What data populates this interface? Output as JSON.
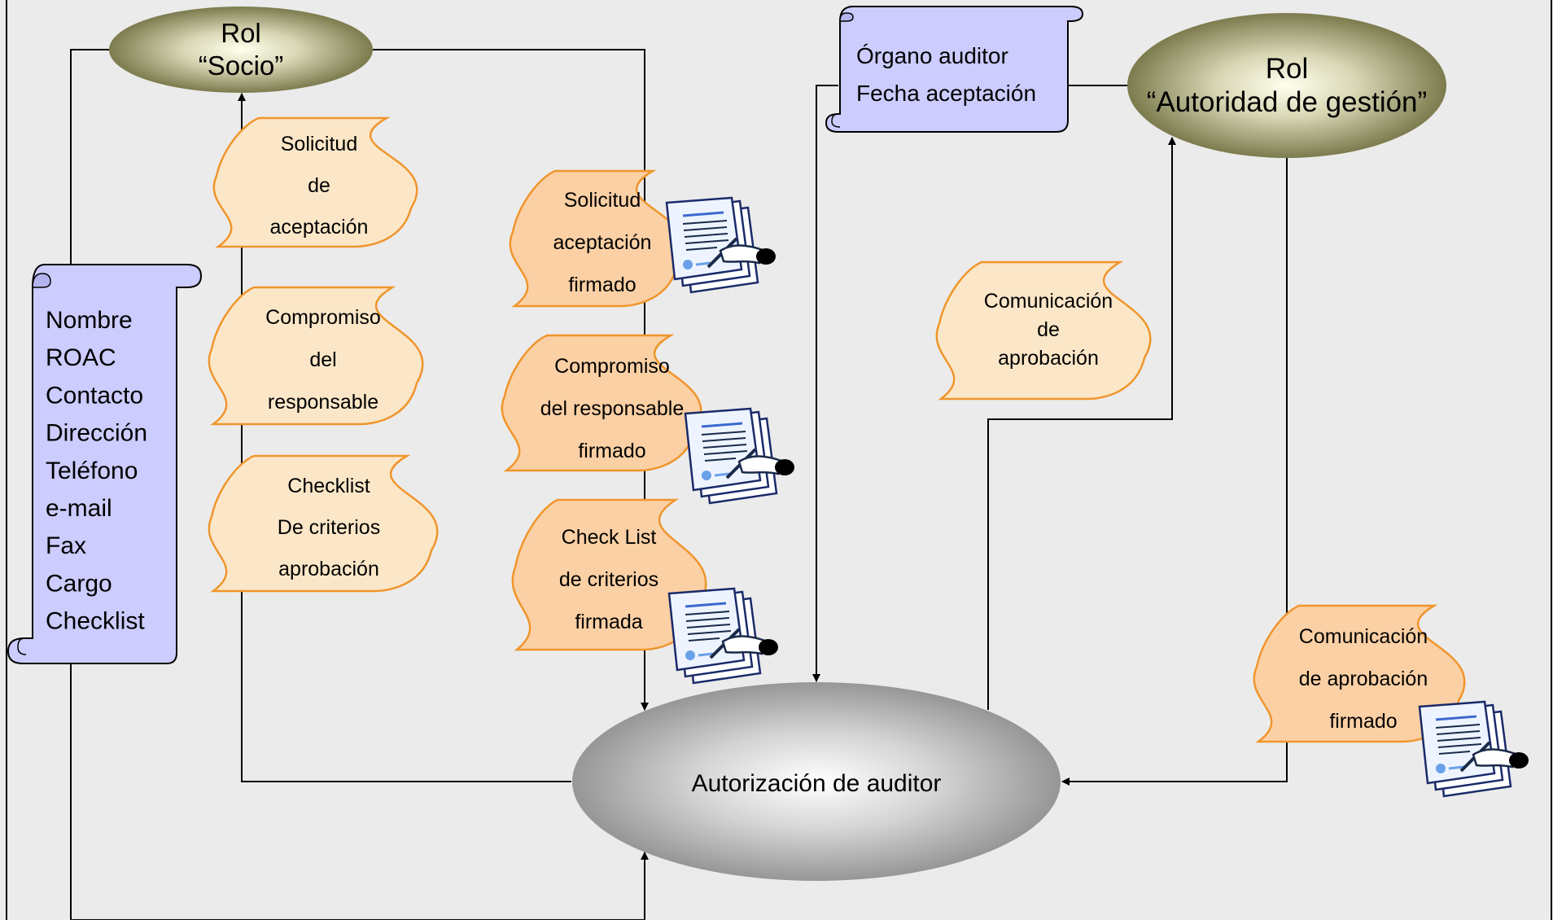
{
  "socio": {
    "line1": "Rol",
    "line2": "“Socio”"
  },
  "autoridad": {
    "line1": "Rol",
    "line2": "“Autoridad de gestión”"
  },
  "auditor": {
    "label": "Autorización de auditor"
  },
  "socio_fields": [
    "Nombre",
    "ROAC",
    "Contacto",
    "Dirección",
    "Teléfono",
    "e-mail",
    "Fax",
    "Cargo",
    "Checklist"
  ],
  "organo_fields": [
    "Órgano auditor",
    "Fecha aceptación"
  ],
  "docs": {
    "solicitud": [
      "Solicitud",
      "de",
      "aceptación"
    ],
    "compromiso": [
      "Compromiso",
      "del",
      "responsable"
    ],
    "checklist": [
      "Checklist",
      "De criterios",
      "aprobación"
    ],
    "solicitud_firmado": [
      "Solicitud",
      "aceptación",
      "firmado"
    ],
    "compromiso_firmado": [
      "Compromiso",
      "del responsable",
      "firmado"
    ],
    "checklist_firmada": [
      "Check List",
      "de criterios",
      "firmada"
    ],
    "comunicacion": [
      "Comunicación",
      "de",
      "aprobación"
    ],
    "comunicacion_firmado": [
      "Comunicación",
      "de aprobación",
      "firmado"
    ]
  },
  "colors": {
    "background": "#ebebeb",
    "doc_light": "#fbe7c8",
    "doc_dark": "#fbd0a4",
    "doc_stroke": "#f0952c",
    "scroll_fill": "#ccccff",
    "role_ellipse": "#6b6b3c",
    "auditor_ellipse": "#9a9a9a"
  }
}
